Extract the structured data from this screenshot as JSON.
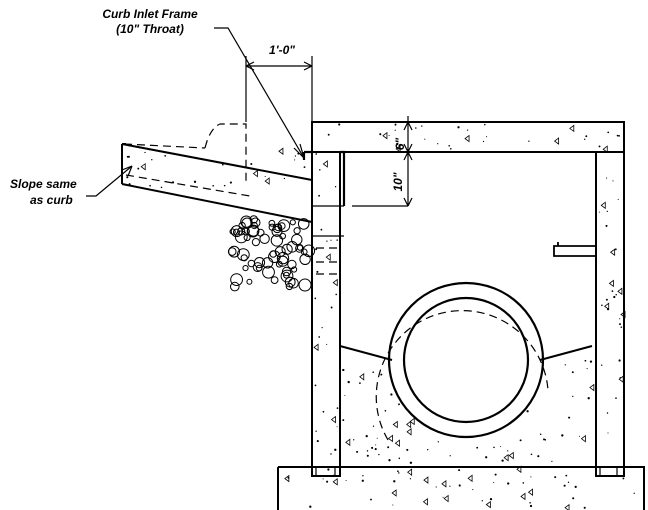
{
  "drawing": {
    "labels": {
      "curb_inlet_line1": "Curb Inlet Frame",
      "curb_inlet_line2": "(10\" Throat)",
      "dim_width": "1'-0\"",
      "dim_top_slab": "6\"",
      "dim_throat": "10\"",
      "slope_line1": "Slope same",
      "slope_line2": "as curb"
    },
    "colors": {
      "line": "#000000",
      "background": "#ffffff"
    }
  }
}
